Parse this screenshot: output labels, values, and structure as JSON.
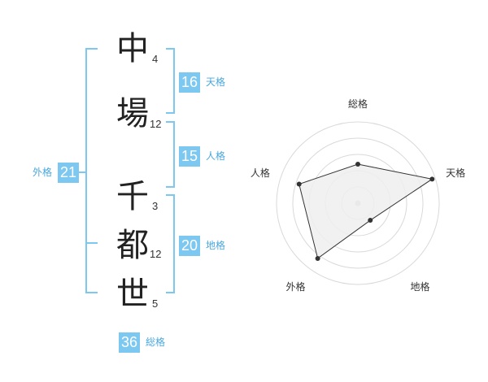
{
  "name": {
    "chars": [
      {
        "char": "中",
        "strokes": "4"
      },
      {
        "char": "場",
        "strokes": "12"
      },
      {
        "char": "千",
        "strokes": "3"
      },
      {
        "char": "都",
        "strokes": "12"
      },
      {
        "char": "世",
        "strokes": "5"
      }
    ]
  },
  "kakusu": {
    "tenkaku": {
      "value": "16",
      "label": "天格"
    },
    "jinkaku": {
      "value": "15",
      "label": "人格"
    },
    "chikaku": {
      "value": "20",
      "label": "地格"
    },
    "gaikaku": {
      "value": "21",
      "label": "外格"
    },
    "soukaku": {
      "value": "36",
      "label": "総格"
    }
  },
  "colors": {
    "accent": "#7dc8f0",
    "accent_text": "#4aa8dc",
    "bracket": "#7dc8f0",
    "radar_fill": "#efefef",
    "radar_line": "#333333"
  },
  "chart_data": {
    "type": "radar",
    "axes": [
      "総格",
      "天格",
      "地格",
      "外格",
      "人格"
    ],
    "values": [
      2.4,
      4.8,
      1.3,
      4.2,
      3.8
    ],
    "range": [
      0,
      5
    ],
    "rings": 5
  }
}
